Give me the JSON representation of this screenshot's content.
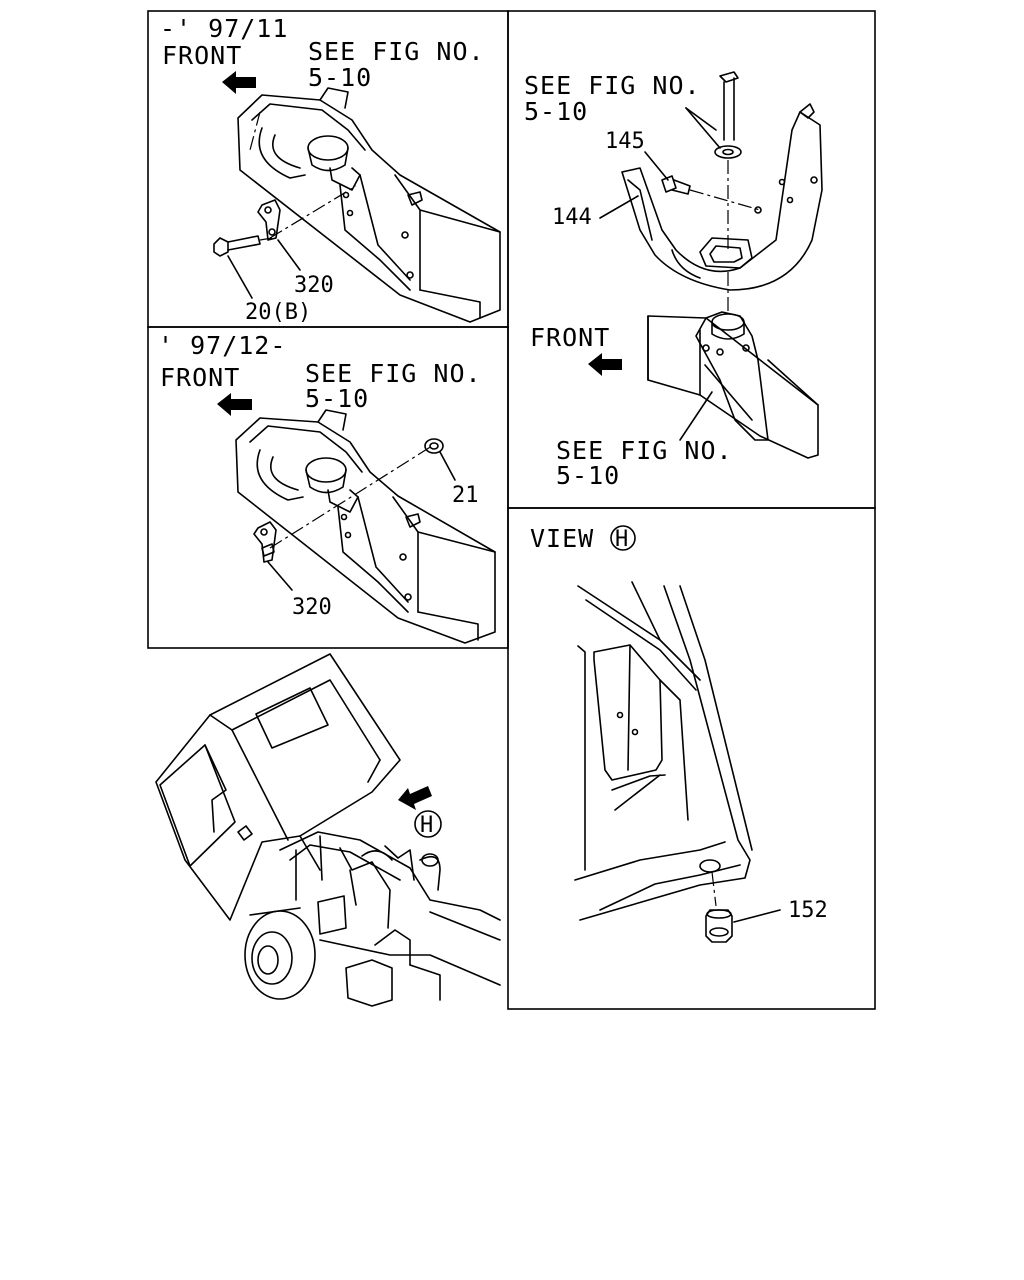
{
  "panels": {
    "top_left": {
      "date": "-' 97/11",
      "front": "FRONT",
      "see_line1": "SEE FIG NO.",
      "see_line2": "5-10",
      "callouts": [
        "320",
        "20(B)"
      ]
    },
    "mid_left": {
      "date": "' 97/12-",
      "front": "FRONT",
      "see_line1": "SEE FIG NO.",
      "see_line2": "5-10",
      "callouts": [
        "21",
        "320"
      ]
    },
    "top_right": {
      "see_top_line1": "SEE FIG NO.",
      "see_top_line2": "5-10",
      "front": "FRONT",
      "see_bottom_line1": "SEE FIG NO.",
      "see_bottom_line2": "5-10",
      "callouts": [
        "145",
        "144"
      ]
    },
    "view_h": {
      "view": "VIEW",
      "view_marker": "H",
      "callouts": [
        "152"
      ]
    },
    "overview": {
      "view_marker": "H"
    }
  }
}
